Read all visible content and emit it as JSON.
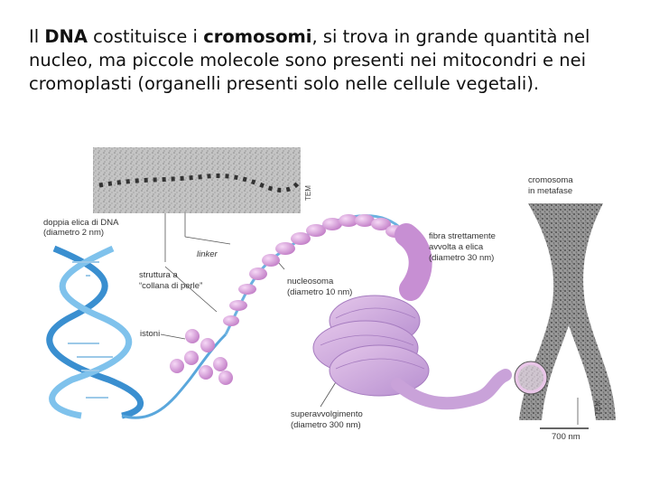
{
  "intro": {
    "part1": "Il ",
    "bold1": "DNA",
    "part2": " costituisce i ",
    "bold2": "cromosomi",
    "part3": ", si trova in grande quantità nel nucleo, ma piccole molecole sono presenti nei mitocondri e nei cromoplasti (organelli presenti solo nelle cellule vegetali)."
  },
  "figure": {
    "labels": {
      "double_helix_1": "doppia elica di DNA",
      "double_helix_2": "(diametro 2 nm)",
      "linker": "linker",
      "beads_1": "struttura a",
      "beads_2": "“collana di perle”",
      "histones": "istoni",
      "nucleosome_1": "nucleosoma",
      "nucleosome_2": "(diametro 10 nm)",
      "fiber_1": "fibra strettamente",
      "fiber_2": "avvolta a elica",
      "fiber_3": "(diametro 30 nm)",
      "chromosome_1": "cromosoma",
      "chromosome_2": "in metafase",
      "supercoil_1": "superavvolgimento",
      "supercoil_2": "(diametro 300 nm)",
      "tem_top": "TEM",
      "tem_right": "TEM",
      "scale": "700 nm"
    },
    "colors": {
      "dna_blue": "#3a8fd0",
      "nucleosome_pink": "#d9a7dd",
      "supercoil_pink": "#c9a2d9",
      "micrograph_gray": "#b9b9b9"
    }
  }
}
